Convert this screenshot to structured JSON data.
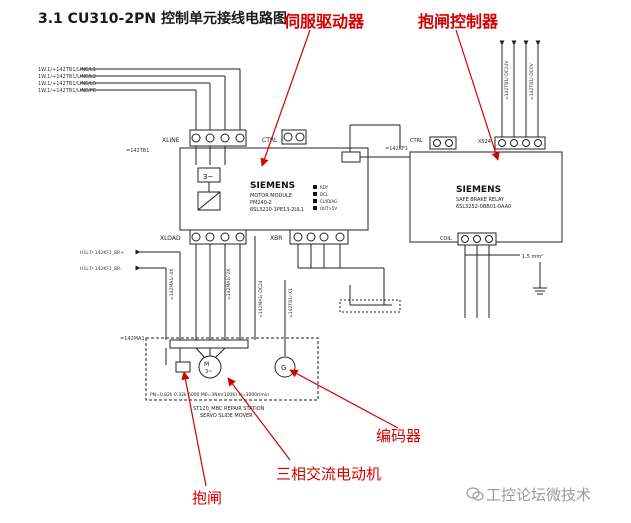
{
  "title": "3.1 CU310-2PN 控制单元接线电路图",
  "labels": {
    "servo_drive": "伺服驱动器",
    "brake_controller": "抱闸控制器",
    "encoder": "编码器",
    "three_phase_motor": "三相交流电动机",
    "brake": "抱闸"
  },
  "schematic": {
    "supply_lines": [
      "1W.1/+142TB1/LINE/L1",
      "1W.1/+142TB1/LINE/L2",
      "1W.1/+142TB1/LINE/L3",
      "1W.1/+142TB1/LINE/PE"
    ],
    "xline": "XLINE",
    "ctrl": "CTRL",
    "x524": "X524",
    "motor_module": {
      "ref": "=142TB1",
      "brand": "SIEMENS",
      "name": "MOTOR MODULE",
      "model": "PM240-2",
      "order_no": "6SL3210-1PE13-2UL1",
      "leds": [
        "RDY",
        "DCL",
        "CU/DIAG",
        "OUT>5V"
      ]
    },
    "brake_relay": {
      "ref": "=142KF1",
      "brand": "SIEMENS",
      "name": "SAFE BRAKE RELAY",
      "order_no": "6SL3252-0BB01-0AA0"
    },
    "xload": "XLOAD",
    "xbr": "XBR",
    "coil": "COIL",
    "ground_spec": "1.5 mm²",
    "motor_block_ref": "=142MA1",
    "motor_spec": "PN=0.82k 0.32k 6000 M0=3Nm(100K) N=3000r/min",
    "station": "ST120_MBC REPAIR STATION",
    "axis": "SERVO SLIDE MOVER",
    "motor_symbol": "M\n3~",
    "encoder_symbol": "G"
  },
  "watermark": "工控论坛微技术"
}
